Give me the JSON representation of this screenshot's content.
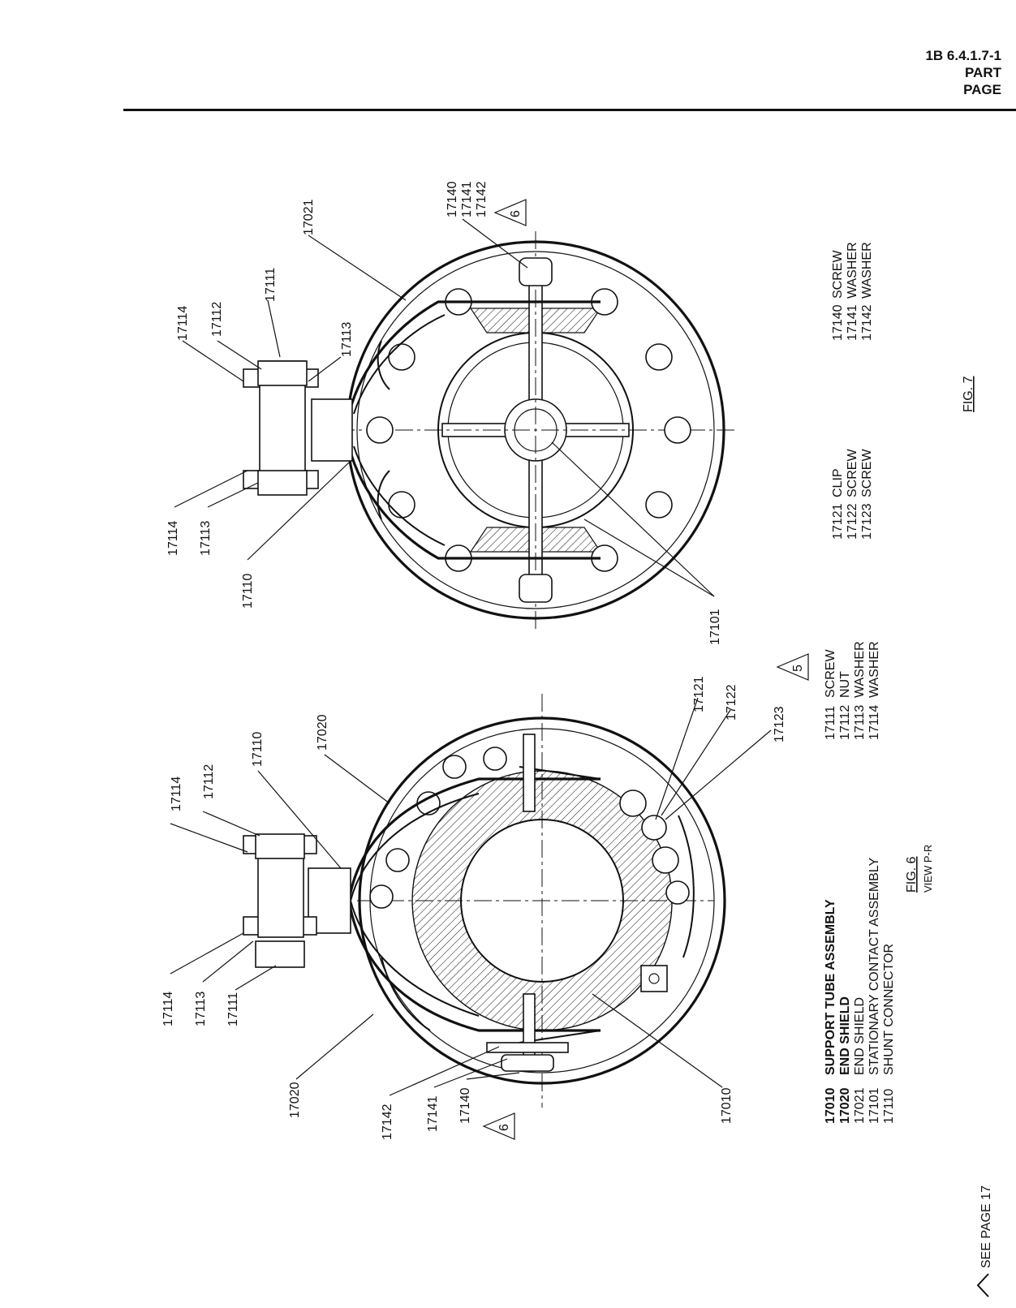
{
  "header": {
    "doc_number": "1B 6.4.1.7-1",
    "part": "PART",
    "page": "PAGE"
  },
  "fig6": {
    "title": "FIG. 6",
    "subtitle": "VIEW P-R",
    "callouts": {
      "c17114a": "17114",
      "c17112": "17112",
      "c17110": "17110",
      "c17020a": "17020",
      "c17121": "17121",
      "c17122": "17122",
      "c17123": "17123",
      "c17114b": "17114",
      "c17113": "17113",
      "c17111": "17111",
      "c17020b": "17020",
      "c17142": "17142",
      "c17141": "17141",
      "c17140": "17140",
      "c17010": "17010",
      "tri6": "6",
      "tri5": "5"
    }
  },
  "fig7": {
    "title": "FIG. 7",
    "callouts": {
      "c17021": "17021",
      "c17140": "17140",
      "c17141": "17141",
      "c17142": "17142",
      "c17114a": "17114",
      "c17112": "17112",
      "c17111": "17111",
      "c17113a": "17113",
      "c17114b": "17114",
      "c17113b": "17113",
      "c17110": "17110",
      "c17101": "17101",
      "tri6": "6"
    }
  },
  "parts_list": [
    {
      "no": "17010",
      "desc": "SUPPORT TUBE ASSEMBLY",
      "bold": true
    },
    {
      "no": "17020",
      "desc": "END SHIELD",
      "bold": true
    },
    {
      "no": "17021",
      "desc": "END SHIELD",
      "bold": false
    },
    {
      "no": "17101",
      "desc": "STATIONARY CONTACT ASSEMBLY",
      "bold": false
    },
    {
      "no": "17110",
      "desc": "SHUNT CONNECTOR",
      "bold": false
    },
    {
      "no": "17111",
      "desc": "SCREW",
      "bold": false
    },
    {
      "no": "17112",
      "desc": "NUT",
      "bold": false
    },
    {
      "no": "17113",
      "desc": "WASHER",
      "bold": false
    },
    {
      "no": "17114",
      "desc": "WASHER",
      "bold": false
    },
    {
      "no": "17121",
      "desc": "CLIP",
      "bold": false
    },
    {
      "no": "17122",
      "desc": "SCREW",
      "bold": false
    },
    {
      "no": "17123",
      "desc": "SCREW",
      "bold": false
    },
    {
      "no": "17140",
      "desc": "SCREW",
      "bold": false
    },
    {
      "no": "17141",
      "desc": "WASHER",
      "bold": false
    },
    {
      "no": "17142",
      "desc": "WASHER",
      "bold": false
    }
  ],
  "footnote": "SEE PAGE 17"
}
